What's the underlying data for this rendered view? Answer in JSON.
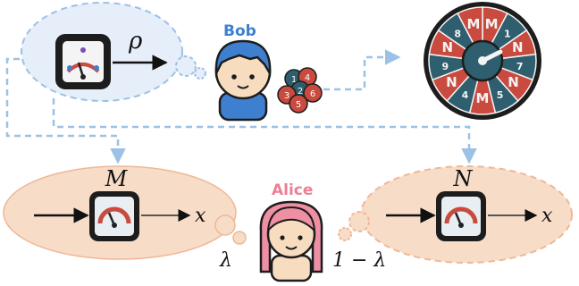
{
  "labels": {
    "bob": "Bob",
    "alice": "Alice",
    "rho": "ρ",
    "measurement_m": "M",
    "measurement_n": "N",
    "outcome_left": "x",
    "outcome_right": "x",
    "lambda": "λ",
    "one_minus_lambda": "1 − λ"
  },
  "chips": [
    "1",
    "4",
    "2",
    "3",
    "6",
    "5"
  ],
  "wheel_segments": [
    "M",
    "1",
    "N",
    "7",
    "N",
    "5",
    "M",
    "4",
    "N",
    "9",
    "N",
    "8",
    "M"
  ],
  "colors": {
    "bob": "#3f7fcf",
    "alice": "#ef7f95",
    "dashed_line": "#9cc1e6",
    "bubble_blue": "#e6eef9",
    "bubble_orange": "#f7dcc8",
    "wheel_red": "#c94a3e",
    "wheel_teal": "#2f5f6e"
  },
  "icons": [
    "meter-icon",
    "thought-bubble-icon",
    "chip-stack-icon",
    "roulette-wheel-icon",
    "arrow-icon"
  ]
}
